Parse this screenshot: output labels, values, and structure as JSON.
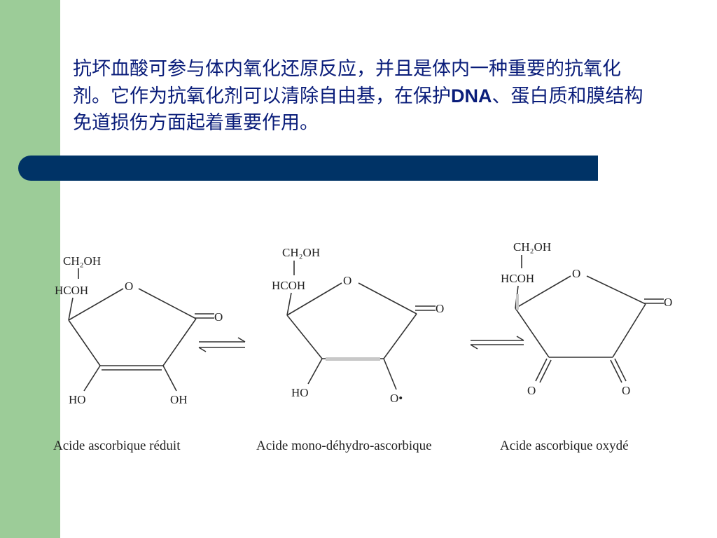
{
  "slide": {
    "paragraph_part1": "抗坏血酸可参与体内氧化还原反应，并且是体内一种重要的抗氧化剂。它作为抗氧化剂可以清除自由基，在保护",
    "paragraph_bold": "DNA",
    "paragraph_part2": "、蛋白质和膜结构免道损伤方面起着重要作用。",
    "colors": {
      "green": "#9ccc98",
      "bar": "#003366",
      "text": "#0a1d7a"
    }
  },
  "diagram": {
    "m1": {
      "ch2oh": "CH₂OH",
      "hcoh": "HCOH",
      "o_ring": "O",
      "o_carbonyl": "O",
      "ho_left": "HO",
      "oh_right": "OH",
      "caption": "Acide ascorbique réduit"
    },
    "m2": {
      "ch2oh": "CH₂OH",
      "hcoh": "HCOH",
      "o_ring": "O",
      "o_carbonyl": "O",
      "ho_left": "HO",
      "o_radical": "O•",
      "caption": "Acide mono-déhydro-ascorbique"
    },
    "m3": {
      "ch2oh": "CH₂OH",
      "hcoh": "HCOH",
      "o_ring": "O",
      "o_carbonyl": "O",
      "o_left": "O",
      "o_right": "O",
      "caption": "Acide ascorbique oxydé"
    }
  }
}
